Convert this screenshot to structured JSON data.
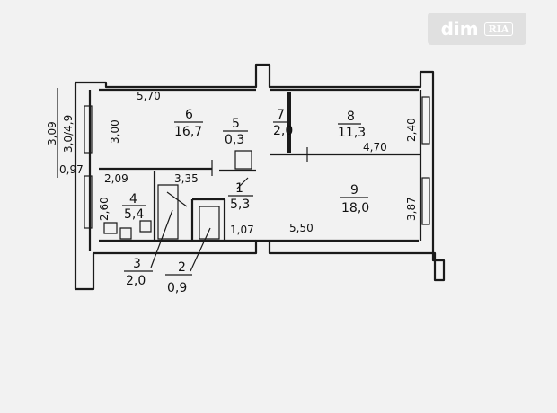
{
  "watermark": {
    "text": "dim",
    "badge": "RIA"
  },
  "rooms": [
    {
      "id": "6",
      "area": "16,7"
    },
    {
      "id": "5",
      "area": "0,3"
    },
    {
      "id": "7",
      "area": "2,0"
    },
    {
      "id": "8",
      "area": "11,3"
    },
    {
      "id": "9",
      "area": "18,0"
    },
    {
      "id": "4",
      "area": "5,4"
    },
    {
      "id": "1",
      "area": "5,3"
    },
    {
      "id": "3",
      "area": "2,0"
    },
    {
      "id": "2",
      "area": "0,9"
    }
  ],
  "dimensions": {
    "top_left_width": "5,70",
    "left_height_room6": "3,00",
    "outer_height": "3,09",
    "outer_height_b": "3,0/4,9",
    "window_offset": "0,97",
    "corridor_left": "2,09",
    "corridor_mid": "3,35",
    "kitchen_height": "2,60",
    "corridor_narrow": "1,07",
    "room8_width": "4,70",
    "room8_height": "2,40",
    "room9_width": "5,50",
    "room9_height": "3,87"
  }
}
